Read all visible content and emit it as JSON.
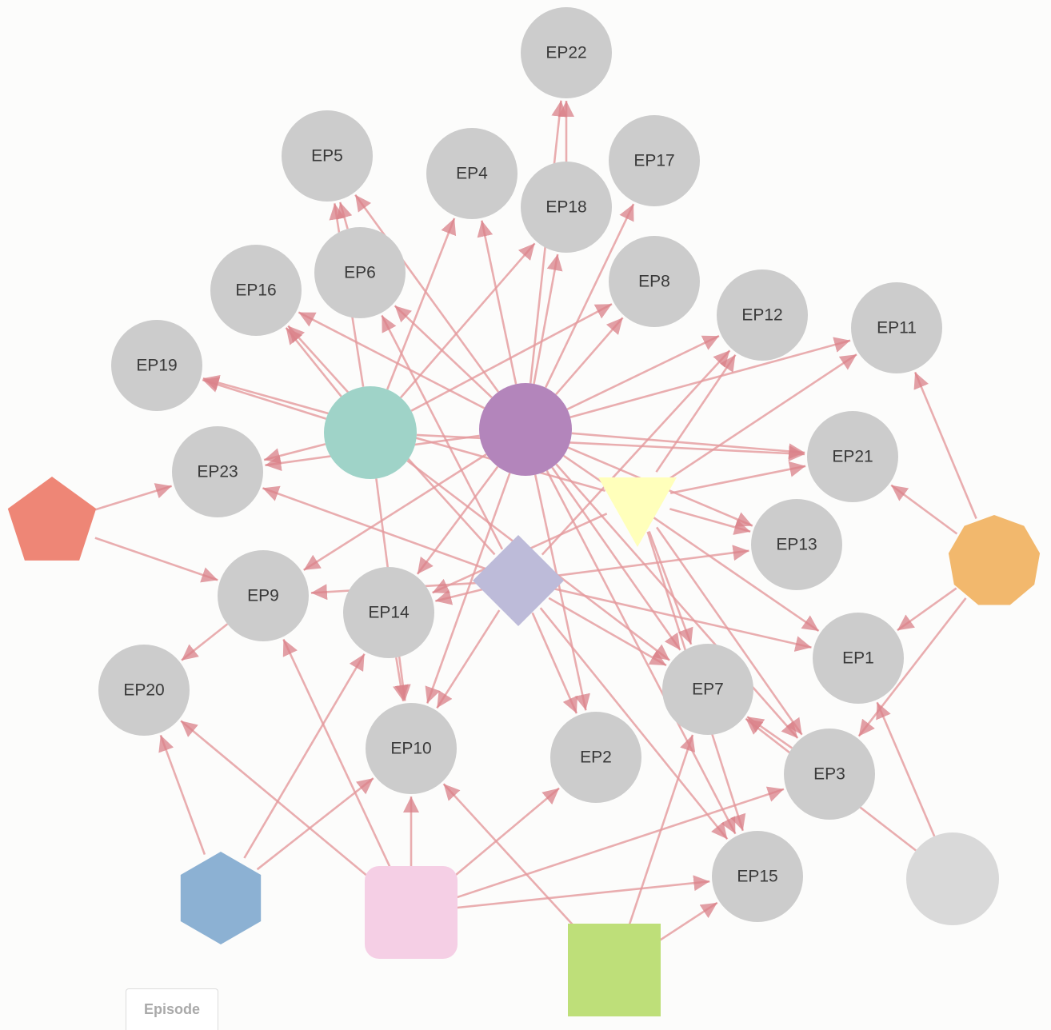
{
  "graph": {
    "edge_color": "#e3999c",
    "episode_node_color": "#cccccc",
    "episodes": [
      {
        "id": "EP22",
        "label": "EP22"
      },
      {
        "id": "EP5",
        "label": "EP5"
      },
      {
        "id": "EP4",
        "label": "EP4"
      },
      {
        "id": "EP17",
        "label": "EP17"
      },
      {
        "id": "EP18",
        "label": "EP18"
      },
      {
        "id": "EP6",
        "label": "EP6"
      },
      {
        "id": "EP16",
        "label": "EP16"
      },
      {
        "id": "EP8",
        "label": "EP8"
      },
      {
        "id": "EP12",
        "label": "EP12"
      },
      {
        "id": "EP11",
        "label": "EP11"
      },
      {
        "id": "EP19",
        "label": "EP19"
      },
      {
        "id": "EP21",
        "label": "EP21"
      },
      {
        "id": "EP23",
        "label": "EP23"
      },
      {
        "id": "EP13",
        "label": "EP13"
      },
      {
        "id": "EP9",
        "label": "EP9"
      },
      {
        "id": "EP14",
        "label": "EP14"
      },
      {
        "id": "EP1",
        "label": "EP1"
      },
      {
        "id": "EP20",
        "label": "EP20"
      },
      {
        "id": "EP7",
        "label": "EP7"
      },
      {
        "id": "EP10",
        "label": "EP10"
      },
      {
        "id": "EP2",
        "label": "EP2"
      },
      {
        "id": "EP3",
        "label": "EP3"
      },
      {
        "id": "EP15",
        "label": "EP15"
      }
    ],
    "characters": [
      {
        "id": "teal-circle",
        "shape": "circle",
        "color": "#9fd3c8"
      },
      {
        "id": "purple-circle",
        "shape": "circle",
        "color": "#b385bb"
      },
      {
        "id": "yellow-triangle",
        "shape": "triangle",
        "color": "#ffffbb"
      },
      {
        "id": "lavender-diamond",
        "shape": "diamond",
        "color": "#bdbbd9"
      },
      {
        "id": "salmon-pentagon",
        "shape": "pentagon",
        "color": "#ee8676"
      },
      {
        "id": "orange-nonagon",
        "shape": "nonagon",
        "color": "#f2b86d"
      },
      {
        "id": "blue-hexagon",
        "shape": "hexagon",
        "color": "#8cb1d3"
      },
      {
        "id": "pink-square",
        "shape": "rounded-square",
        "color": "#f5cfe5"
      },
      {
        "id": "green-square",
        "shape": "square",
        "color": "#bedf79"
      },
      {
        "id": "gray-circle",
        "shape": "circle",
        "color": "#d9d9d9"
      }
    ],
    "edges": [
      [
        "purple-circle",
        "EP22"
      ],
      [
        "purple-circle",
        "EP5"
      ],
      [
        "purple-circle",
        "EP4"
      ],
      [
        "purple-circle",
        "EP18"
      ],
      [
        "purple-circle",
        "EP6"
      ],
      [
        "purple-circle",
        "EP16"
      ],
      [
        "purple-circle",
        "EP8"
      ],
      [
        "purple-circle",
        "EP12"
      ],
      [
        "purple-circle",
        "EP11"
      ],
      [
        "purple-circle",
        "EP21"
      ],
      [
        "purple-circle",
        "EP23"
      ],
      [
        "purple-circle",
        "EP13"
      ],
      [
        "purple-circle",
        "EP9"
      ],
      [
        "purple-circle",
        "EP14"
      ],
      [
        "purple-circle",
        "EP1"
      ],
      [
        "purple-circle",
        "EP7"
      ],
      [
        "purple-circle",
        "EP10"
      ],
      [
        "purple-circle",
        "EP2"
      ],
      [
        "purple-circle",
        "EP3"
      ],
      [
        "purple-circle",
        "EP15"
      ],
      [
        "purple-circle",
        "EP17"
      ],
      [
        "teal-circle",
        "EP5"
      ],
      [
        "teal-circle",
        "EP4"
      ],
      [
        "teal-circle",
        "EP18"
      ],
      [
        "teal-circle",
        "EP16"
      ],
      [
        "teal-circle",
        "EP19"
      ],
      [
        "teal-circle",
        "EP23"
      ],
      [
        "teal-circle",
        "EP8"
      ],
      [
        "teal-circle",
        "EP21"
      ],
      [
        "teal-circle",
        "EP7"
      ],
      [
        "teal-circle",
        "EP10"
      ],
      [
        "lavender-diamond",
        "EP6"
      ],
      [
        "lavender-diamond",
        "EP16"
      ],
      [
        "lavender-diamond",
        "EP23"
      ],
      [
        "lavender-diamond",
        "EP9"
      ],
      [
        "lavender-diamond",
        "EP14"
      ],
      [
        "lavender-diamond",
        "EP10"
      ],
      [
        "lavender-diamond",
        "EP2"
      ],
      [
        "lavender-diamond",
        "EP13"
      ],
      [
        "lavender-diamond",
        "EP1"
      ],
      [
        "lavender-diamond",
        "EP7"
      ],
      [
        "lavender-diamond",
        "EP15"
      ],
      [
        "lavender-diamond",
        "EP12"
      ],
      [
        "yellow-triangle",
        "EP12"
      ],
      [
        "yellow-triangle",
        "EP11"
      ],
      [
        "yellow-triangle",
        "EP21"
      ],
      [
        "yellow-triangle",
        "EP13"
      ],
      [
        "yellow-triangle",
        "EP14"
      ],
      [
        "yellow-triangle",
        "EP3"
      ],
      [
        "yellow-triangle",
        "EP15"
      ],
      [
        "yellow-triangle",
        "EP19"
      ],
      [
        "yellow-triangle",
        "EP7"
      ],
      [
        "salmon-pentagon",
        "EP23"
      ],
      [
        "salmon-pentagon",
        "EP9"
      ],
      [
        "orange-nonagon",
        "EP11"
      ],
      [
        "orange-nonagon",
        "EP21"
      ],
      [
        "orange-nonagon",
        "EP1"
      ],
      [
        "orange-nonagon",
        "EP3"
      ],
      [
        "blue-hexagon",
        "EP20"
      ],
      [
        "blue-hexagon",
        "EP14"
      ],
      [
        "blue-hexagon",
        "EP10"
      ],
      [
        "pink-square",
        "EP20"
      ],
      [
        "pink-square",
        "EP9"
      ],
      [
        "pink-square",
        "EP10"
      ],
      [
        "pink-square",
        "EP2"
      ],
      [
        "pink-square",
        "EP3"
      ],
      [
        "pink-square",
        "EP15"
      ],
      [
        "green-square",
        "EP10"
      ],
      [
        "green-square",
        "EP7"
      ],
      [
        "green-square",
        "EP15"
      ],
      [
        "gray-circle",
        "EP1"
      ],
      [
        "gray-circle",
        "EP7"
      ],
      [
        "EP9",
        "EP20"
      ],
      [
        "EP14",
        "EP10"
      ],
      [
        "EP18",
        "EP22"
      ],
      [
        "EP6",
        "EP5"
      ],
      [
        "EP3",
        "EP7"
      ]
    ]
  },
  "legend": {
    "tab_label": "Episode"
  }
}
